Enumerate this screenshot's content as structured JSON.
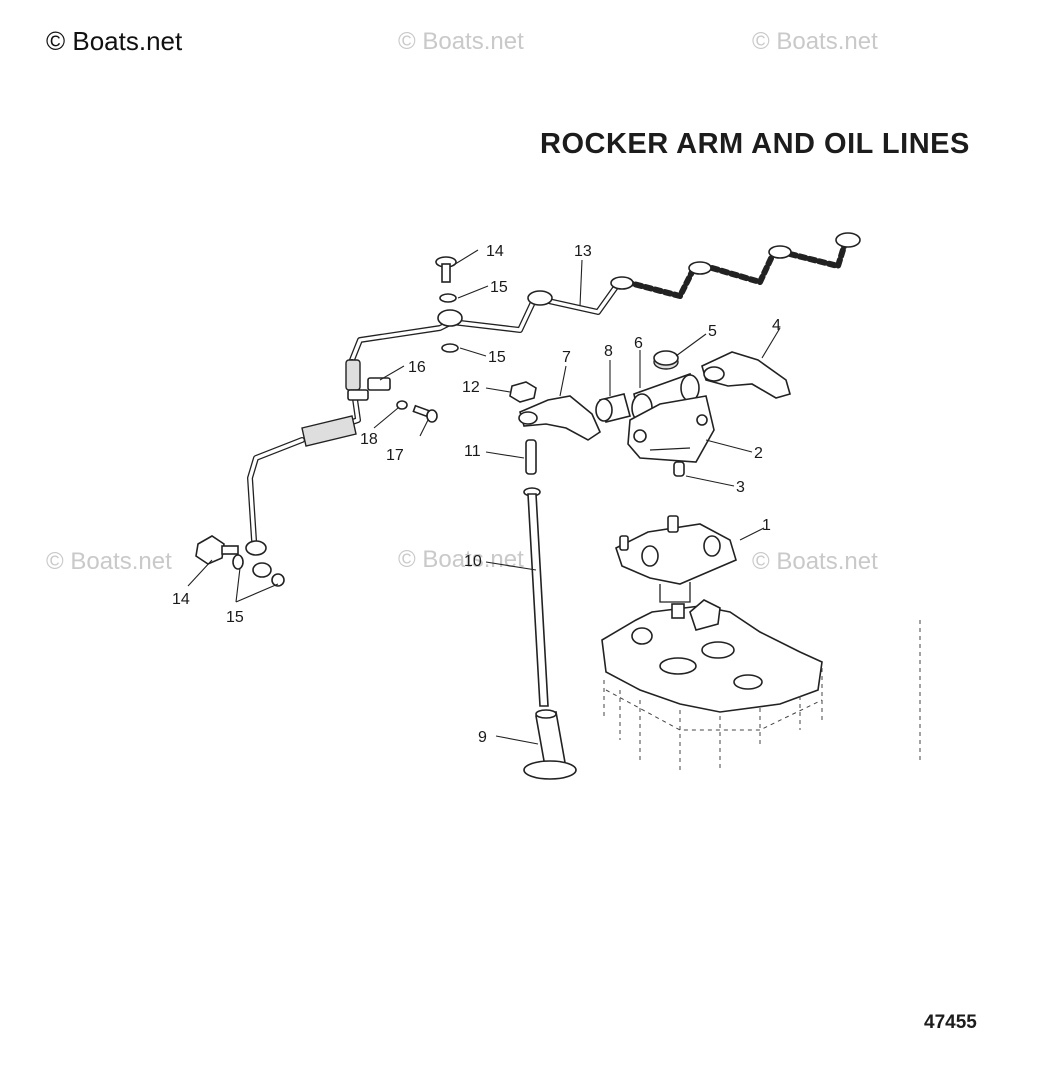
{
  "header": {
    "copyright": "© Boats.net",
    "title": "ROCKER ARM AND OIL LINES"
  },
  "watermarks": [
    "© Boats.net",
    "© Boats.net",
    "© Boats.net",
    "© Boats.net",
    "© Boats.net"
  ],
  "diagram": {
    "callouts": [
      "1",
      "2",
      "3",
      "4",
      "5",
      "6",
      "7",
      "8",
      "9",
      "10",
      "11",
      "12",
      "13",
      "14",
      "15",
      "15",
      "16",
      "17",
      "18",
      "14",
      "15"
    ]
  },
  "footer": {
    "document_number": "47455"
  }
}
